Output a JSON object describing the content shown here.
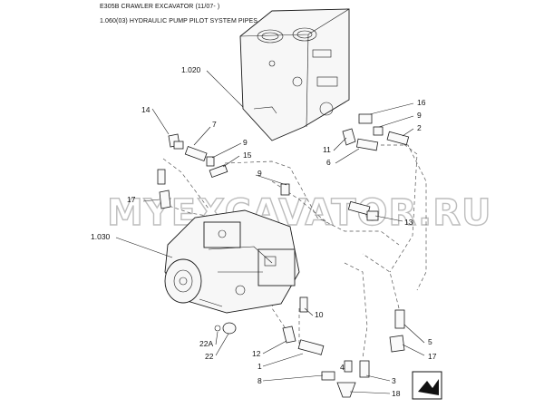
{
  "header": {
    "title": "E305B CRAWLER EXCAVATOR (11/07- )",
    "subtitle": "1.060(03) HYDRAULIC PUMP PILOT SYSTEM PIPES"
  },
  "watermark": "MYEXCAVATOR.RU",
  "callouts": {
    "c1020": "1.020",
    "c1030": "1.030",
    "c14": "14",
    "c7": "7",
    "c9a": "9",
    "c15": "15",
    "c9b": "9",
    "c17a": "17",
    "c16": "16",
    "c9c": "9",
    "c2": "2",
    "c11": "11",
    "c6": "6",
    "c13": "13",
    "c10": "10",
    "c22A": "22A",
    "c22": "22",
    "c12": "12",
    "c1": "1",
    "c8": "8",
    "c3": "3",
    "c18": "18",
    "c5": "5",
    "c17b": "17",
    "c4": "4"
  },
  "nav_icon": "next-page-icon"
}
